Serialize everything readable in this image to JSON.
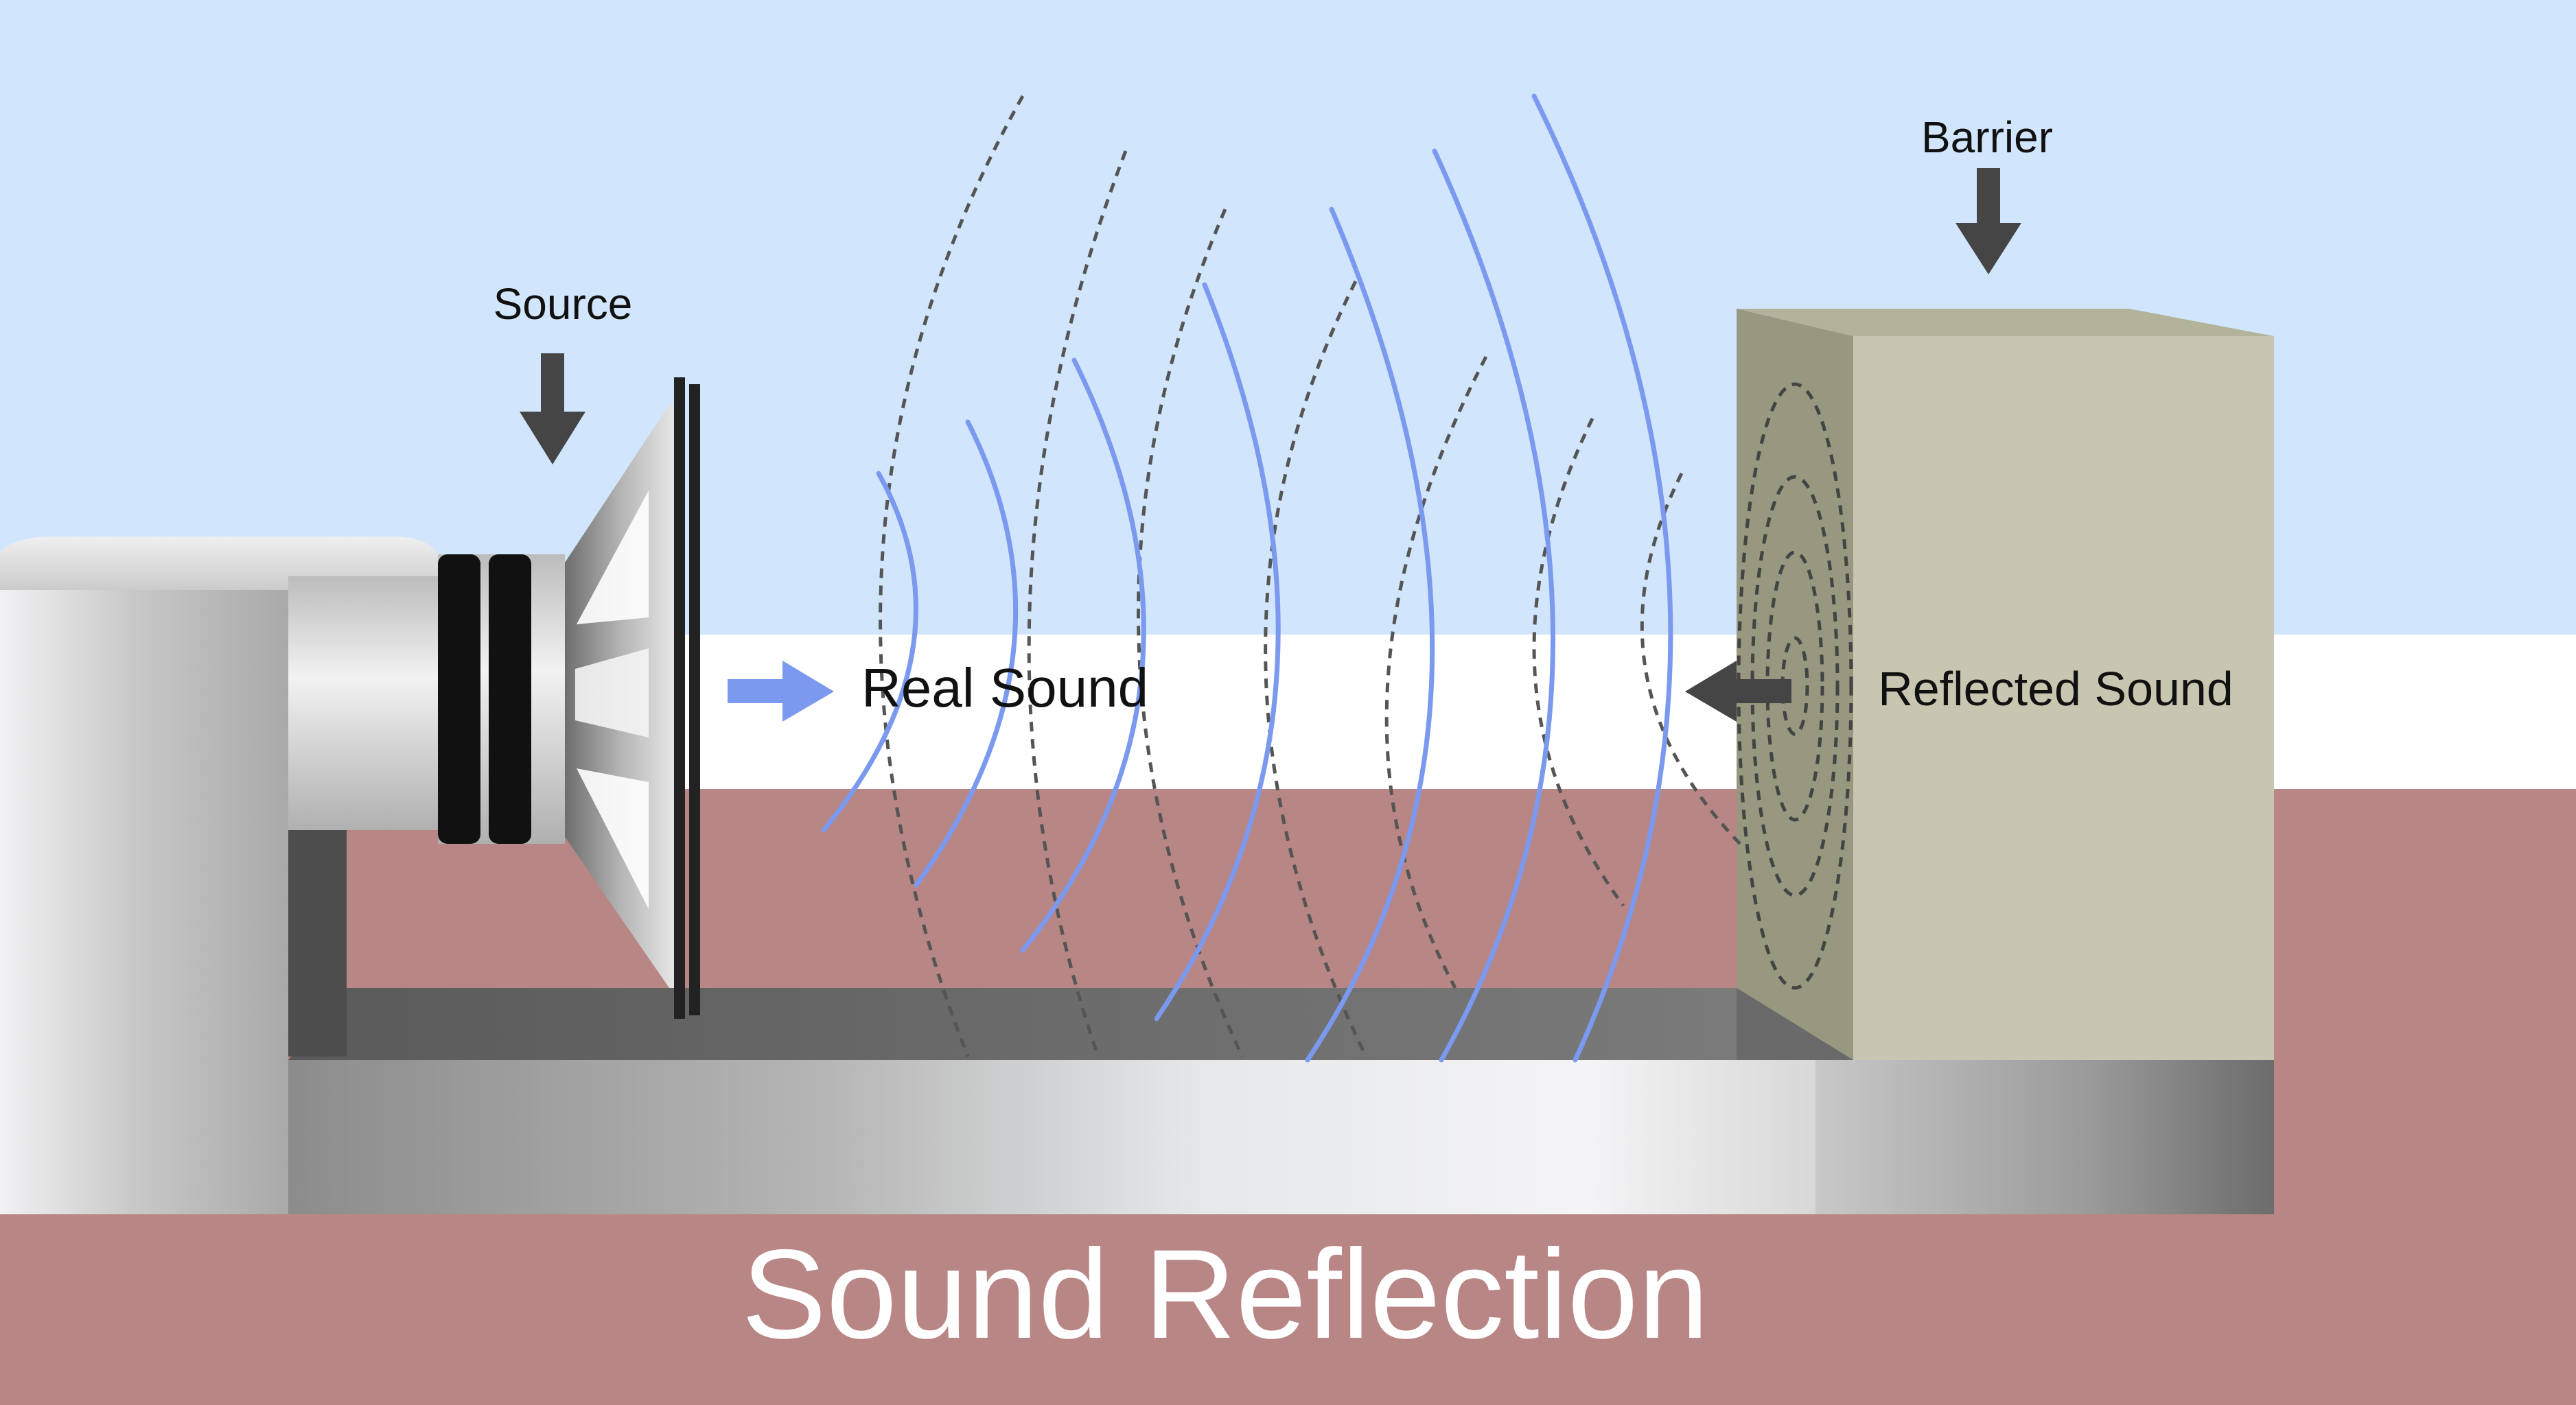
{
  "title": "Sound Reflection",
  "labels": {
    "source": "Source",
    "barrier": "Barrier",
    "real_sound": "Real Sound",
    "reflected_sound": "Reflected Sound"
  },
  "colors": {
    "sky": "#d1e6fc",
    "white_band": "#ffffff",
    "ground": "#b98686",
    "wave_real": "#7b99ee",
    "wave_reflected": "#555555",
    "arrow_dark": "#444444",
    "arrow_blue": "#7b99ee",
    "barrier_front": "#c8c6b0",
    "barrier_side": "#98977f",
    "title_text": "#ffffff"
  }
}
